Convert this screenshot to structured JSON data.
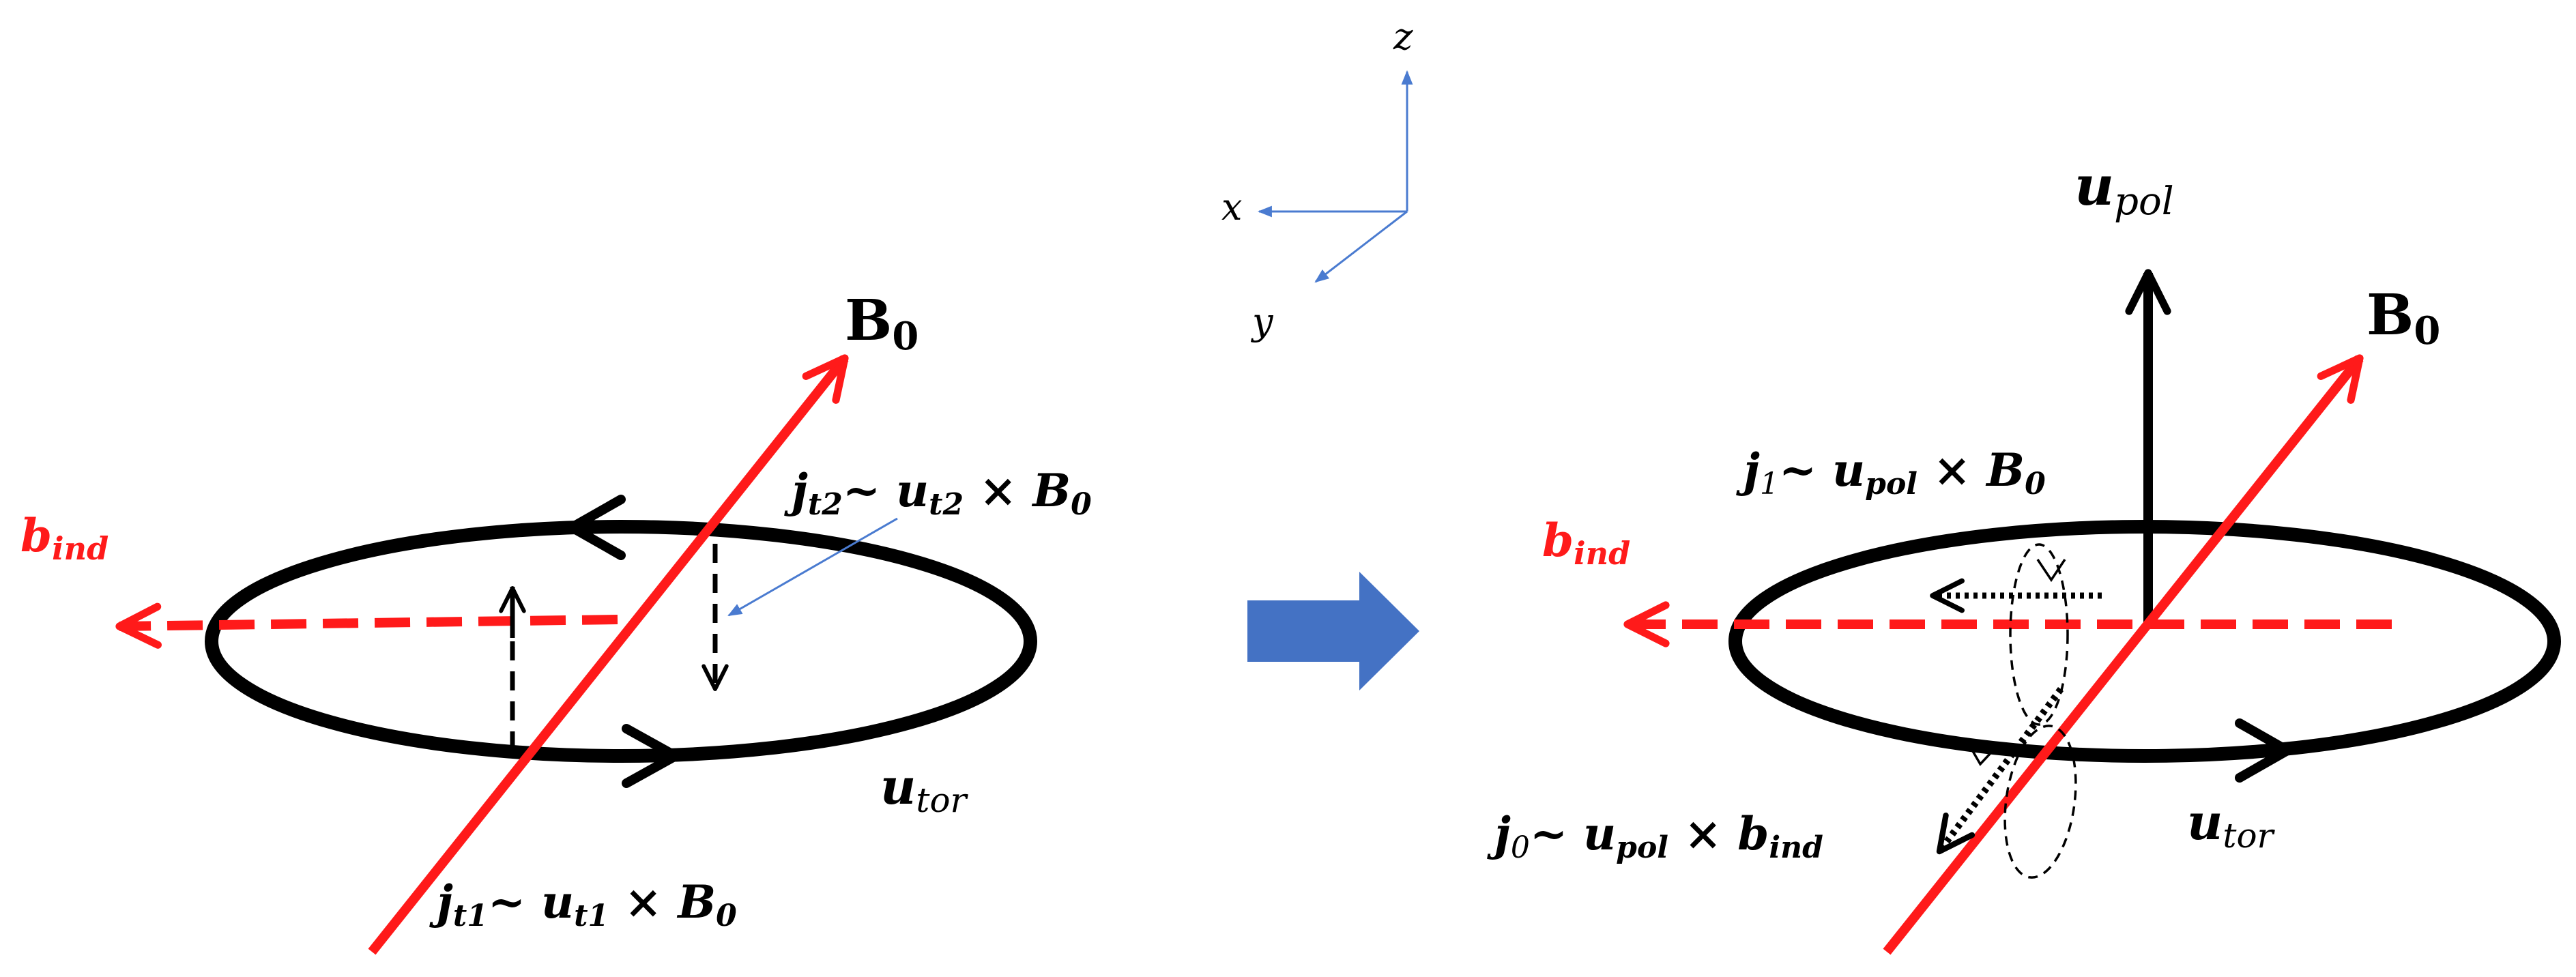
{
  "colors": {
    "field": "#ff1a1a",
    "black": "#000000",
    "axes": "#4a7bd0",
    "transition_arrow": "#4472c4"
  },
  "axes": {
    "z": "z",
    "x": "x",
    "y": "y"
  },
  "left": {
    "B0": {
      "base": "B",
      "sub": "0"
    },
    "b_ind": {
      "base": "b",
      "sub": "ind"
    },
    "u_tor": {
      "base": "u",
      "sub": "tor"
    },
    "jt2": {
      "j": "j",
      "jsub": "t2",
      "op": "~ ",
      "u": "u",
      "usub": "t2",
      "times": " × ",
      "B": "B",
      "Bsub": "0"
    },
    "jt1": {
      "j": "j",
      "jsub": "t1",
      "op": "~ ",
      "u": "u",
      "usub": "t1",
      "times": " × ",
      "B": "B",
      "Bsub": "0"
    }
  },
  "right": {
    "B0": {
      "base": "B",
      "sub": "0"
    },
    "b_ind": {
      "base": "b",
      "sub": "ind"
    },
    "u_tor": {
      "base": "u",
      "sub": "tor"
    },
    "u_pol": {
      "base": "u",
      "sub": "pol"
    },
    "j1": {
      "j": "j",
      "jsub": "1",
      "op": "~ ",
      "u": "u",
      "usub": "pol",
      "times": " × ",
      "B": "B",
      "Bsub": "0"
    },
    "j0": {
      "j": "j",
      "jsub": "0",
      "op": "~ ",
      "u": "u",
      "usub": "pol",
      "times": " × ",
      "b": "b",
      "bsub": "ind"
    }
  }
}
